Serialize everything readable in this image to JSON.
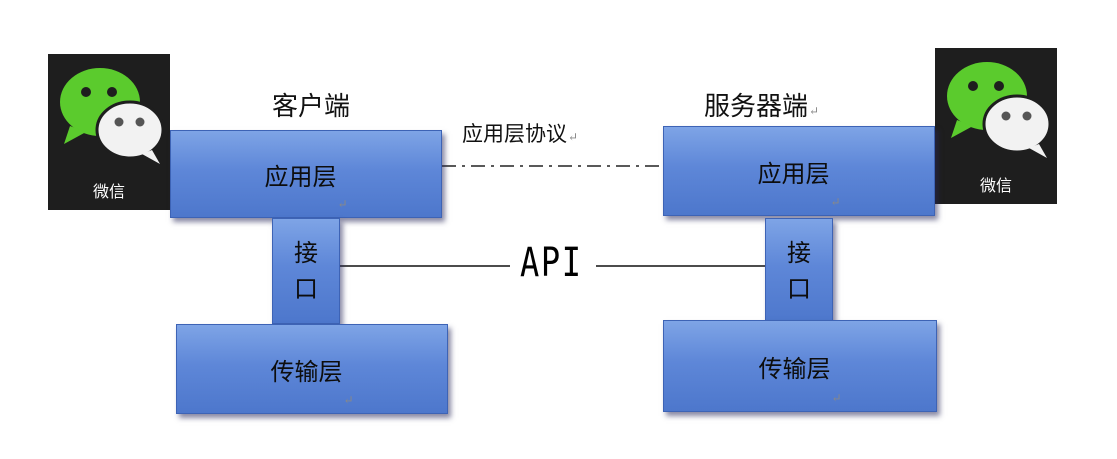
{
  "client": {
    "heading": "客户端",
    "app_layer": "应用层",
    "interface_top": "接",
    "interface_bottom": "口",
    "transport_layer": "传输层",
    "logo_label": "微信"
  },
  "server": {
    "heading": "服务器端",
    "app_layer": "应用层",
    "interface_top": "接",
    "interface_bottom": "口",
    "transport_layer": "传输层",
    "logo_label": "微信"
  },
  "protocol_label": "应用层协议",
  "api_label": "API",
  "paragraph_mark": "↵",
  "colors": {
    "box_fill": "#5e87d8",
    "box_border": "#3d63b5",
    "wechat_green": "#5bcb2d",
    "logo_bg": "#1e1e1e"
  }
}
